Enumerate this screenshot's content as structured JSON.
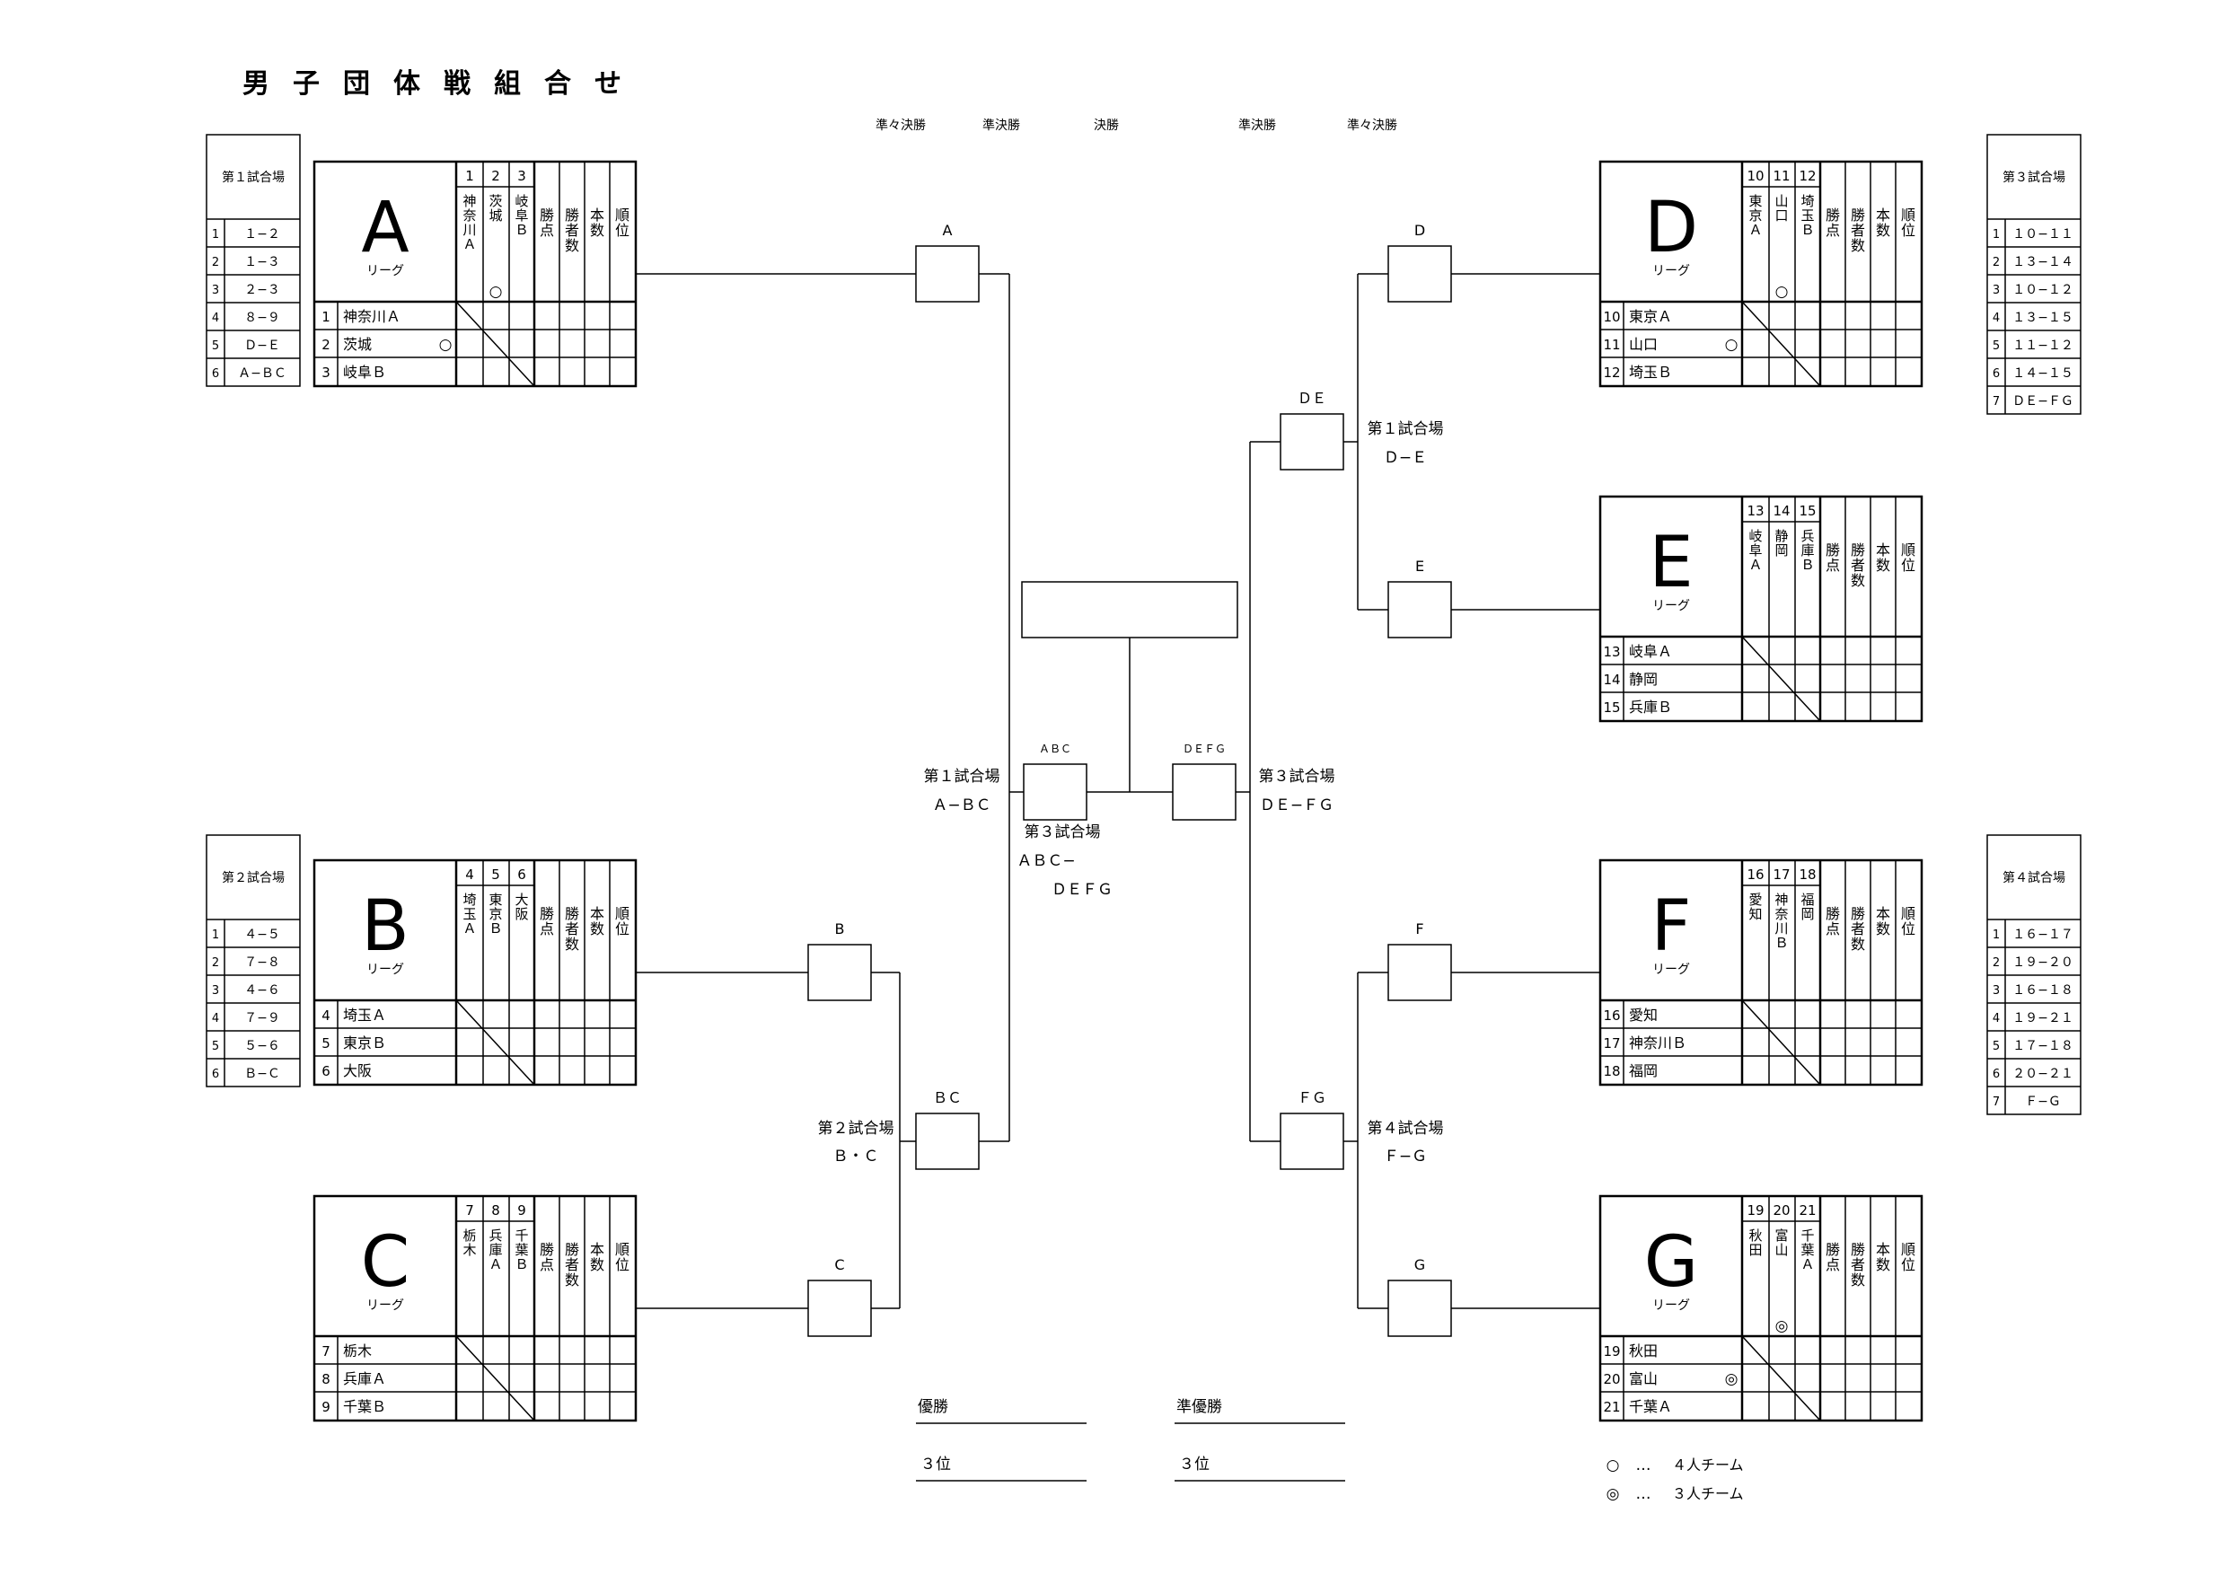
{
  "title": "男子団体戦組合せ",
  "round_labels": {
    "quarterfinal": "準々決勝",
    "semifinal": "準決勝",
    "final": "決勝"
  },
  "league_suffix": "リーグ",
  "result_headers": [
    "勝点",
    "勝者数",
    "本数",
    "順位"
  ],
  "leagues": [
    {
      "letter": "A",
      "teams": [
        {
          "no": "1",
          "name": "神奈川Ａ",
          "mark": ""
        },
        {
          "no": "2",
          "name": "茨城",
          "mark": "○"
        },
        {
          "no": "3",
          "name": "岐阜Ｂ",
          "mark": ""
        }
      ]
    },
    {
      "letter": "B",
      "teams": [
        {
          "no": "4",
          "name": "埼玉Ａ",
          "mark": ""
        },
        {
          "no": "5",
          "name": "東京Ｂ",
          "mark": ""
        },
        {
          "no": "6",
          "name": "大阪",
          "mark": ""
        }
      ]
    },
    {
      "letter": "C",
      "teams": [
        {
          "no": "7",
          "name": "栃木",
          "mark": ""
        },
        {
          "no": "8",
          "name": "兵庫Ａ",
          "mark": ""
        },
        {
          "no": "9",
          "name": "千葉Ｂ",
          "mark": ""
        }
      ]
    },
    {
      "letter": "D",
      "teams": [
        {
          "no": "10",
          "name": "東京Ａ",
          "mark": ""
        },
        {
          "no": "11",
          "name": "山口",
          "mark": "○"
        },
        {
          "no": "12",
          "name": "埼玉Ｂ",
          "mark": ""
        }
      ]
    },
    {
      "letter": "E",
      "teams": [
        {
          "no": "13",
          "name": "岐阜Ａ",
          "mark": ""
        },
        {
          "no": "14",
          "name": "静岡",
          "mark": ""
        },
        {
          "no": "15",
          "name": "兵庫Ｂ",
          "mark": ""
        }
      ]
    },
    {
      "letter": "F",
      "teams": [
        {
          "no": "16",
          "name": "愛知",
          "mark": ""
        },
        {
          "no": "17",
          "name": "神奈川Ｂ",
          "mark": ""
        },
        {
          "no": "18",
          "name": "福岡",
          "mark": ""
        }
      ]
    },
    {
      "letter": "G",
      "teams": [
        {
          "no": "19",
          "name": "秋田",
          "mark": ""
        },
        {
          "no": "20",
          "name": "富山",
          "mark": "◎"
        },
        {
          "no": "21",
          "name": "千葉Ａ",
          "mark": ""
        }
      ]
    }
  ],
  "venues": [
    {
      "title": "第１試合場",
      "rows": [
        [
          "1",
          "１−２"
        ],
        [
          "2",
          "１−３"
        ],
        [
          "3",
          "２−３"
        ],
        [
          "4",
          "８−９"
        ],
        [
          "5",
          "Ｄ−Ｅ"
        ],
        [
          "6",
          "Ａ−ＢＣ"
        ]
      ]
    },
    {
      "title": "第２試合場",
      "rows": [
        [
          "1",
          "４−５"
        ],
        [
          "2",
          "７−８"
        ],
        [
          "3",
          "４−６"
        ],
        [
          "4",
          "７−９"
        ],
        [
          "5",
          "５−６"
        ],
        [
          "6",
          "Ｂ−Ｃ"
        ]
      ]
    },
    {
      "title": "第３試合場",
      "rows": [
        [
          "1",
          "１０−１１"
        ],
        [
          "2",
          "１３−１４"
        ],
        [
          "3",
          "１０−１２"
        ],
        [
          "4",
          "１３−１５"
        ],
        [
          "5",
          "１１−１２"
        ],
        [
          "6",
          "１４−１５"
        ],
        [
          "7",
          "ＤＥ−ＦＧ"
        ]
      ]
    },
    {
      "title": "第４試合場",
      "rows": [
        [
          "1",
          "１６−１７"
        ],
        [
          "2",
          "１９−２０"
        ],
        [
          "3",
          "１６−１８"
        ],
        [
          "4",
          "１９−２１"
        ],
        [
          "5",
          "１７−１８"
        ],
        [
          "6",
          "２０−２１"
        ],
        [
          "7",
          "Ｆ−Ｇ"
        ]
      ]
    }
  ],
  "bracket": {
    "qf_labels": [
      "A",
      "B",
      "C",
      "D",
      "E",
      "F",
      "G"
    ],
    "merge_labels": [
      "ＢＣ",
      "ＤＥ",
      "ＦＧ"
    ],
    "semi_labels": [
      "ＡＢＣ",
      "ＤＥＦＧ"
    ],
    "notes": {
      "bc_venue": "第２試合場",
      "bc_match": "Ｂ・Ｃ",
      "de_venue": "第１試合場",
      "de_match": "Ｄ−Ｅ",
      "fg_venue": "第４試合場",
      "fg_match": "Ｆ−Ｇ",
      "abc_venue": "第１試合場",
      "abc_match": "Ａ−ＢＣ",
      "defg_venue": "第３試合場",
      "defg_match": "ＤＥ−ＦＧ",
      "final_venue": "第３試合場",
      "final_match_1": "ＡＢＣ−",
      "final_match_2": "ＤＥＦＧ"
    }
  },
  "results": {
    "winner": "優勝",
    "runner_up": "準優勝",
    "third_left": "３位",
    "third_right": "３位"
  },
  "legend": [
    {
      "symbol": "○",
      "dots": "…",
      "text": "４人チーム"
    },
    {
      "symbol": "◎",
      "dots": "…",
      "text": "３人チーム"
    }
  ]
}
